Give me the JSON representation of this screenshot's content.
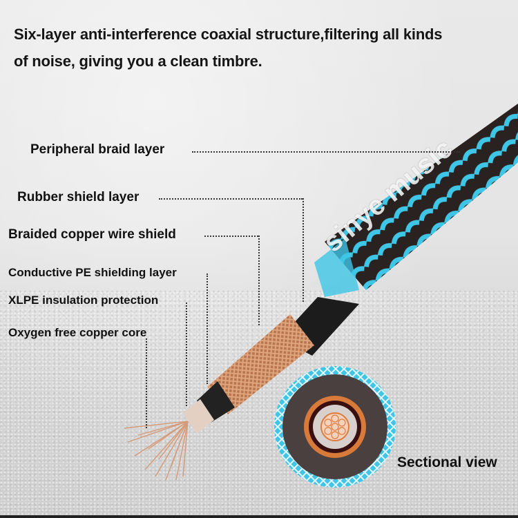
{
  "headline": {
    "line1": "Six-layer anti-interference coaxial structure,filtering all kinds",
    "line2": "of noise, giving you a clean timbre."
  },
  "layers": [
    {
      "label": "Peripheral braid layer"
    },
    {
      "label": "Rubber shield layer"
    },
    {
      "label": "Braided copper wire shield"
    },
    {
      "label": "Conductive PE shielding layer"
    },
    {
      "label": "XLPE insulation protection"
    },
    {
      "label": "Oxygen free copper core"
    }
  ],
  "watermark": "sinye music",
  "sectional_view": {
    "label": "Sectional view"
  },
  "colors": {
    "braid_blue": "#3fc6e6",
    "braid_dark": "#2a2220",
    "rubber": "#1e1e1e",
    "copper": "#c98a5e",
    "section_fill": "#4a4040"
  }
}
